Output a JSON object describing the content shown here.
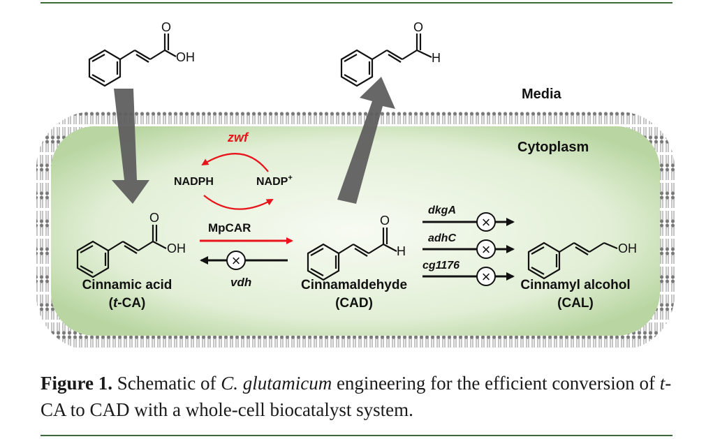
{
  "compartments": {
    "media": "Media",
    "cytoplasm": "Cytoplasm"
  },
  "cofactors": {
    "nadph": "NADPH",
    "nadp": "NADP",
    "nadp_charge": "+"
  },
  "enzymes": {
    "regeneration": "zwf",
    "forward": "MpCAR",
    "reverse": "vdh",
    "reductase_1": "dkgA",
    "reductase_2": "adhC",
    "reductase_3": "cg1176"
  },
  "compounds": {
    "tca": {
      "name": "Cinnamic acid",
      "abbr_prefix": "(",
      "abbr_italic": "t",
      "abbr_rest": "-CA)"
    },
    "cad": {
      "name": "Cinnamaldehyde",
      "abbr": "(CAD)"
    },
    "cal": {
      "name": "Cinnamyl alcohol",
      "abbr": "(CAL)"
    }
  },
  "atoms": {
    "oxygen": "O",
    "hydroxyl": "OH",
    "hydrogen": "H"
  },
  "deletion_symbol": "×",
  "colors": {
    "membrane_fill": "#cfe3be",
    "membrane_edge": "#7f7f7f",
    "red_arrow": "#e8141b",
    "transport_arrow": "#5f5f5f",
    "rule": "#3c6b3a"
  },
  "caption": {
    "label": "Figure 1.",
    "text_1": " Schematic of ",
    "species": "C. glutamicum",
    "text_2": " engineering for the efficient conversion of ",
    "tca_italic": "t",
    "text_3": "-CA to CAD with a whole-cell biocatalyst system."
  }
}
